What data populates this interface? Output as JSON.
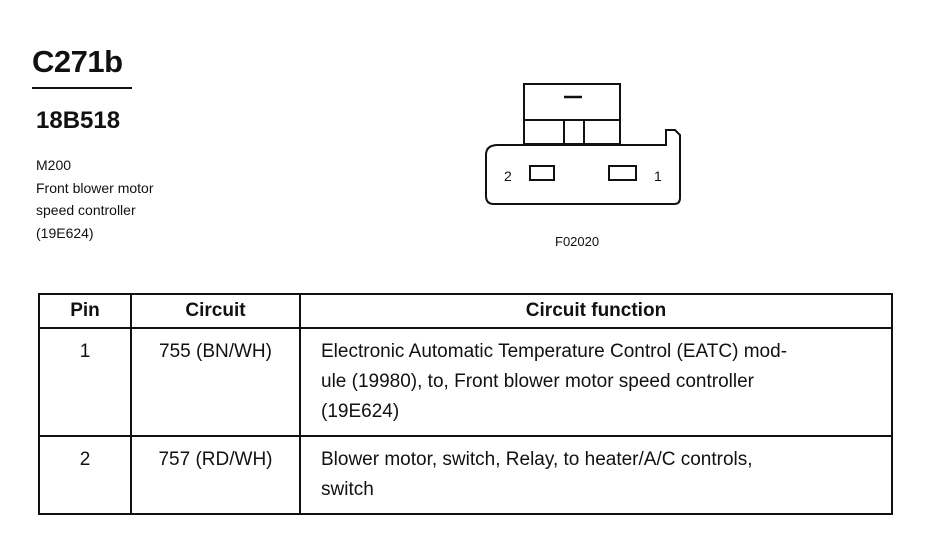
{
  "header": {
    "connector_id": "C271b",
    "part_number": "18B518",
    "description_lines": [
      "M200",
      "Front blower motor",
      "speed controller",
      "(19E624)"
    ]
  },
  "diagram": {
    "pin_labels": [
      "2",
      "1"
    ],
    "figure_ref": "F02020"
  },
  "table": {
    "headers": [
      "Pin",
      "Circuit",
      "Circuit function"
    ],
    "rows": [
      {
        "pin": "1",
        "circuit": "755 (BN/WH)",
        "function_lines": [
          "Electronic Automatic Temperature Control (EATC) mod-",
          "ule (19980), to, Front blower motor speed controller",
          "(19E624)"
        ]
      },
      {
        "pin": "2",
        "circuit": "757 (RD/WH)",
        "function_lines": [
          "Blower motor, switch, Relay, to heater/A/C controls,",
          "switch"
        ]
      }
    ]
  }
}
